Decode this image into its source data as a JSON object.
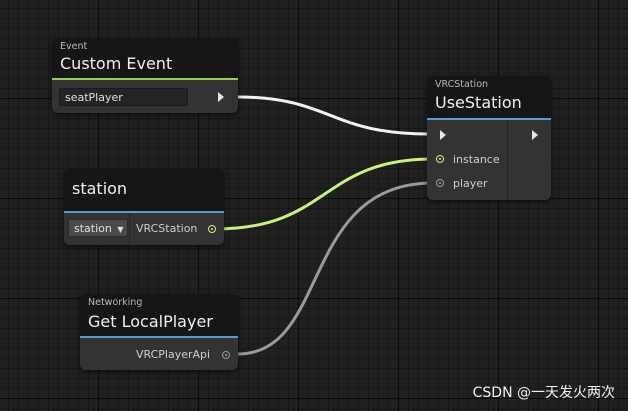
{
  "nodes": {
    "custom_event": {
      "category": "Event",
      "title": "Custom Event",
      "field_value": "seatPlayer",
      "accent_color": "#8fd24a"
    },
    "station": {
      "title": "station",
      "dropdown_value": "station",
      "output_label": "VRCStation",
      "accent_color": "#5b9bd5"
    },
    "get_local_player": {
      "category": "Networking",
      "title": "Get LocalPlayer",
      "output_label": "VRCPlayerApi",
      "accent_color": "#5b9bd5"
    },
    "use_station": {
      "category": "VRCStation",
      "title": "UseStation",
      "inputs": [
        "instance",
        "player"
      ],
      "accent_color": "#5b9bd5"
    }
  },
  "wire_colors": {
    "flow": "#f2f2f2",
    "station": "#c8f47a",
    "player": "#9a9a9a"
  },
  "icons": {
    "flow_port": "triangle-right-icon",
    "dropdown": "caret-down-icon"
  },
  "watermark": "CSDN @一天发火两次"
}
